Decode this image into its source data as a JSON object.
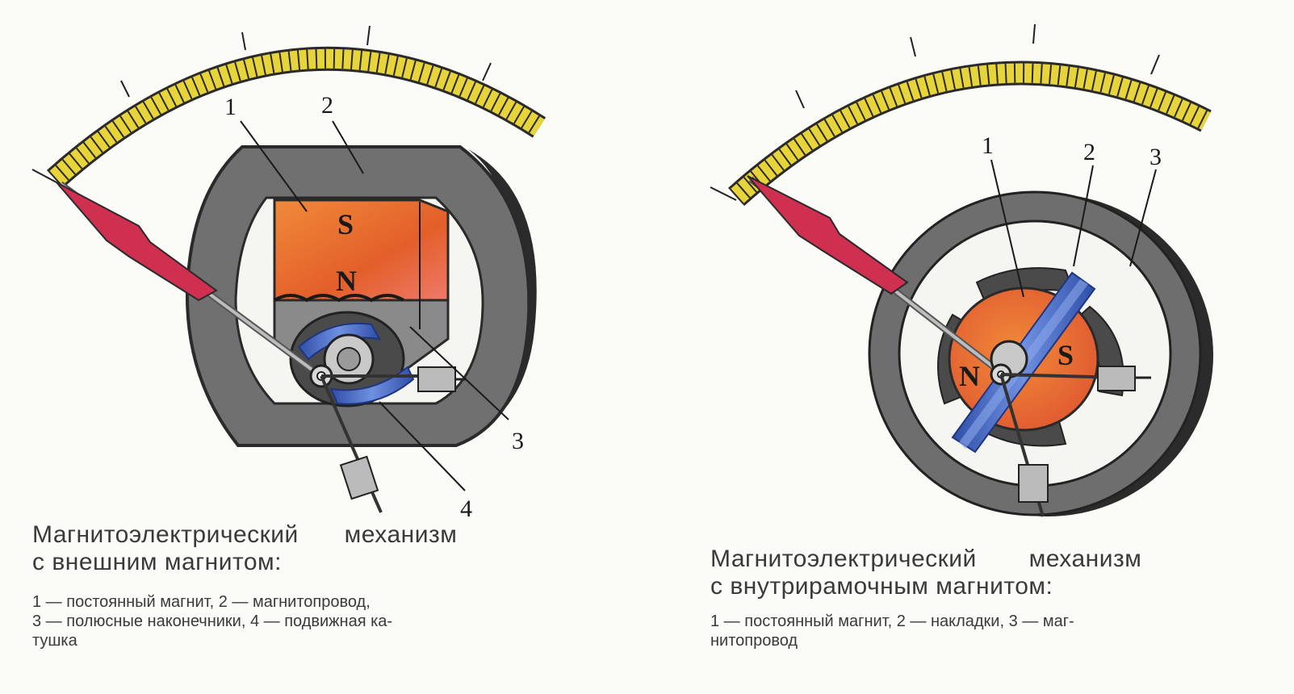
{
  "left": {
    "callouts": [
      "1",
      "2",
      "3",
      "4"
    ],
    "poles": {
      "south": "S",
      "north": "N"
    },
    "title_lines": [
      "Магнитоэлектрический механизм",
      "с внешним магнитом:"
    ],
    "legend_lines": [
      "1 — постоянный магнит, 2 — магнитопровод,",
      "3 — полюсные наконечники, 4 — подвижная ка-",
      "тушка"
    ]
  },
  "right": {
    "callouts": [
      "1",
      "2",
      "3"
    ],
    "poles": {
      "north": "N",
      "south": "S"
    },
    "title_lines": [
      "Магнитоэлектрический механизм",
      "с внутрирамочным магнитом:"
    ],
    "legend_lines": [
      "1 — постоянный магнит, 2 — накладки, 3 — маг-",
      "нитопровод"
    ]
  },
  "colors": {
    "scale": "#e7d33a",
    "magnet": "#ea6a2a",
    "core": "#6d6d6d",
    "pointer": "#d0304f",
    "coil": "#3a5fc0"
  }
}
